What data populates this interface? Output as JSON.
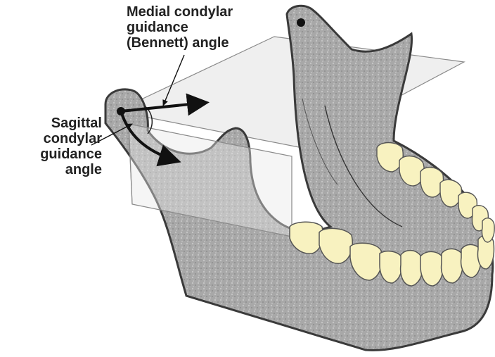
{
  "labels": {
    "medial": {
      "line1": "Medial condylar",
      "line2": "guidance",
      "line3": "(Bennett) angle"
    },
    "sagittal": {
      "line1": "Sagittal",
      "line2": "condylar",
      "line3": "guidance",
      "line4": "angle"
    }
  },
  "colors": {
    "bone_fill": "#a9a9a9",
    "bone_stroke": "#3a3a3a",
    "plane_fill": "#e6e6e6",
    "tooth_fill": "#f8f2c0",
    "tooth_stroke": "#555555",
    "arrow": "#111111"
  }
}
